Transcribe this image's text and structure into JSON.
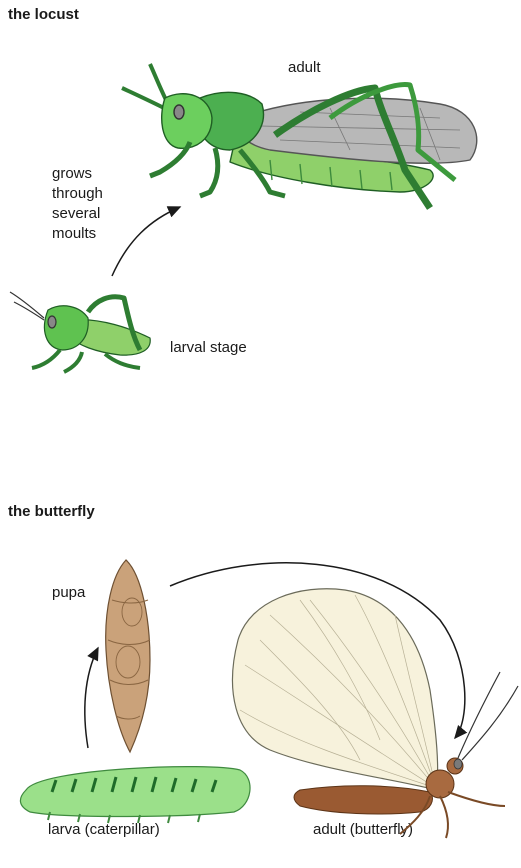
{
  "locust": {
    "heading": "the locust",
    "adult_label": "adult",
    "moult_label": [
      "grows",
      "through",
      "several",
      "moults"
    ],
    "larval_label": "larval stage"
  },
  "butterfly": {
    "heading": "the butterfly",
    "pupa_label": "pupa",
    "larva_label": "larva (caterpillar)",
    "adult_label": "adult (butterfly)"
  },
  "colors": {
    "locust_green": "#4caf50",
    "locust_dark": "#2e7d32",
    "wing_grey": "#b8b8b8",
    "pupa_tan": "#caa27a",
    "caterpillar_green": "#9be08a",
    "butterfly_wing": "#f7f2dc",
    "butterfly_body": "#9a5a32"
  }
}
